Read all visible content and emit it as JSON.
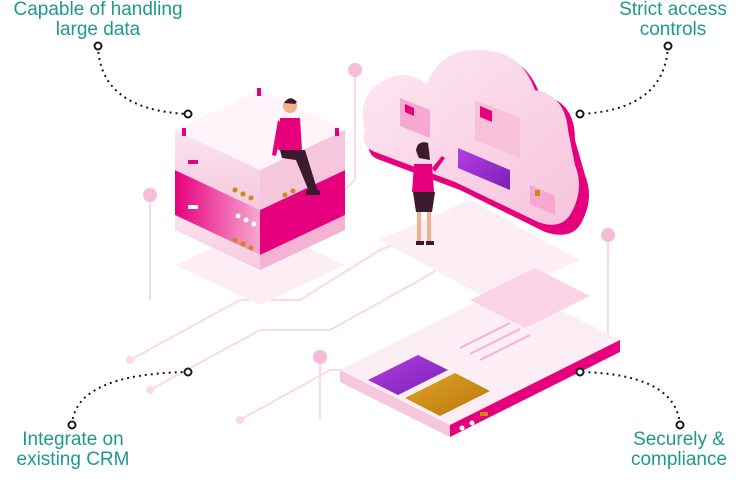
{
  "colors": {
    "label_teal": "#1d9a8e",
    "accent_magenta": "#e6007e",
    "pink_light": "#f9d4e6",
    "purple": "#9b2bd6",
    "gold": "#c98a12",
    "connector_dark": "#1a1a1a"
  },
  "features": {
    "top_left": {
      "line1": "Capable of handling",
      "line2": "large data"
    },
    "top_right": {
      "line1": "Strict access",
      "line2": "controls"
    },
    "bottom_left": {
      "line1": "Integrate on",
      "line2": "existing CRM"
    },
    "bottom_right": {
      "line1": "Securely &",
      "line2": "compliance"
    }
  },
  "icons": {
    "server": "server-stack-icon",
    "cloud": "cloud-icon",
    "dashboard": "dashboard-screen-icon"
  }
}
